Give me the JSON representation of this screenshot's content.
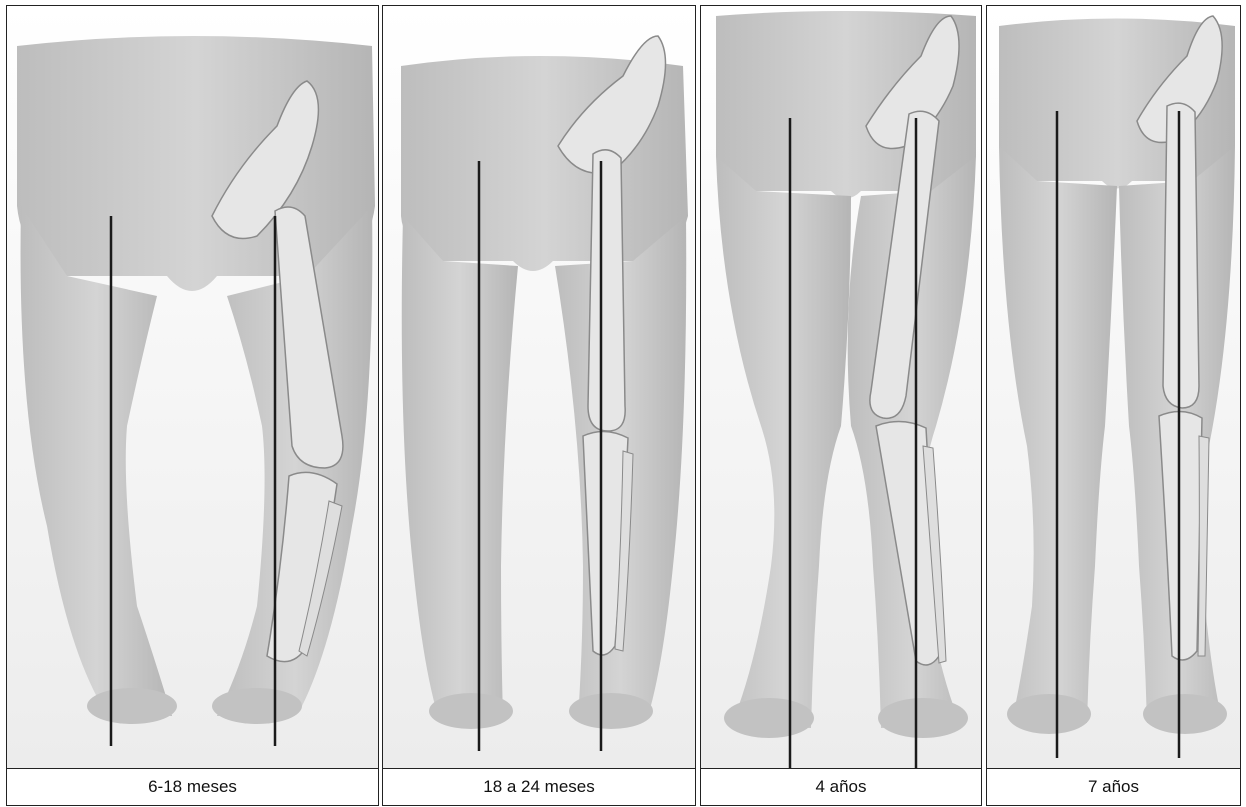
{
  "panels": [
    {
      "caption": "6-18 meses"
    },
    {
      "caption": "18 a 24 meses"
    },
    {
      "caption": "4 años"
    },
    {
      "caption": "7 años"
    }
  ],
  "colors": {
    "skin": "#c9c9c9",
    "skin_shade": "#a8a8a8",
    "bone": "#e4e4e4",
    "bone_outline": "#8a8a8a",
    "axis_line": "#1a1a1a",
    "background": "#f2f2f2"
  }
}
